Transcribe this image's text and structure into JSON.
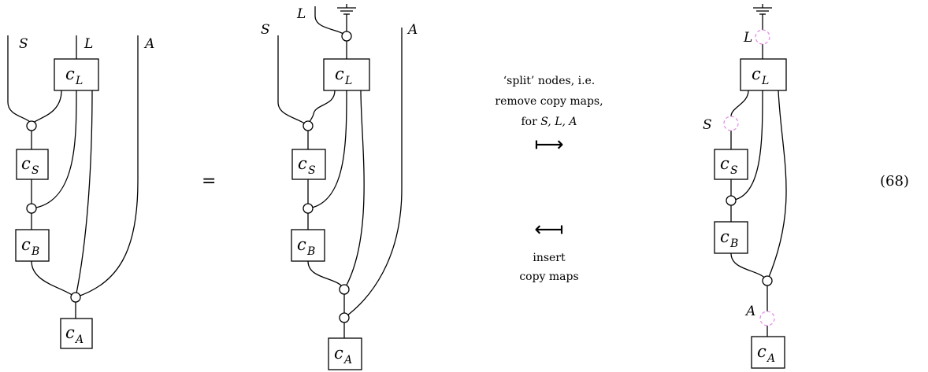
{
  "labels": {
    "S": "S",
    "L": "L",
    "A": "A",
    "equals": "=",
    "equation_number": "(68)"
  },
  "boxes": {
    "c_L": {
      "base": "c",
      "sub": "L"
    },
    "c_S": {
      "base": "c",
      "sub": "S"
    },
    "c_B": {
      "base": "c",
      "sub": "B"
    },
    "c_A": {
      "base": "c",
      "sub": "A"
    }
  },
  "split_caption": {
    "line1": "‘split’ nodes, i.e.",
    "line2": "remove copy maps,",
    "line3_prefix": "for ",
    "line3_vars": "S, L, A",
    "arrow": "⟼"
  },
  "insert_caption": {
    "arrow": "⟻",
    "line1": "insert",
    "line2": "copy maps"
  },
  "colors": {
    "ink": "#000000",
    "split_node": "#e58ee8"
  }
}
